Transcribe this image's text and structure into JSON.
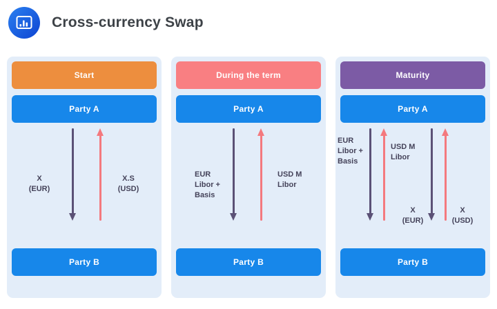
{
  "title": "Cross-currency Swap",
  "logo": {
    "icon": "bar-chart-icon"
  },
  "colors": {
    "phase_start": "#ED8E3E",
    "phase_during_the_term": "#F97F82",
    "phase_maturity": "#7C5BA5",
    "party_bar": "#1787EA",
    "card_background": "#E3EDF9",
    "arrow_down": "#5B5176",
    "arrow_up": "#F4797E",
    "label_text": "#45435A"
  },
  "panels": [
    {
      "phase": "Start",
      "party_a": "Party A",
      "party_b": "Party B",
      "flows": [
        {
          "label": "X\n(EUR)",
          "direction": "down"
        },
        {
          "label": "X.S\n(USD)",
          "direction": "up"
        }
      ]
    },
    {
      "phase": "During the term",
      "party_a": "Party A",
      "party_b": "Party B",
      "flows": [
        {
          "label": "EUR\nLibor +\nBasis",
          "direction": "down"
        },
        {
          "label": "USD M\nLibor",
          "direction": "up"
        }
      ]
    },
    {
      "phase": "Maturity",
      "party_a": "Party A",
      "party_b": "Party B",
      "flows": [
        {
          "label": "EUR\nLibor +\nBasis",
          "direction": "down"
        },
        {
          "label": "USD M\nLibor",
          "direction": "up"
        },
        {
          "label": "X\n(EUR)",
          "direction": "down"
        },
        {
          "label": "X\n(USD)",
          "direction": "up"
        }
      ]
    }
  ]
}
